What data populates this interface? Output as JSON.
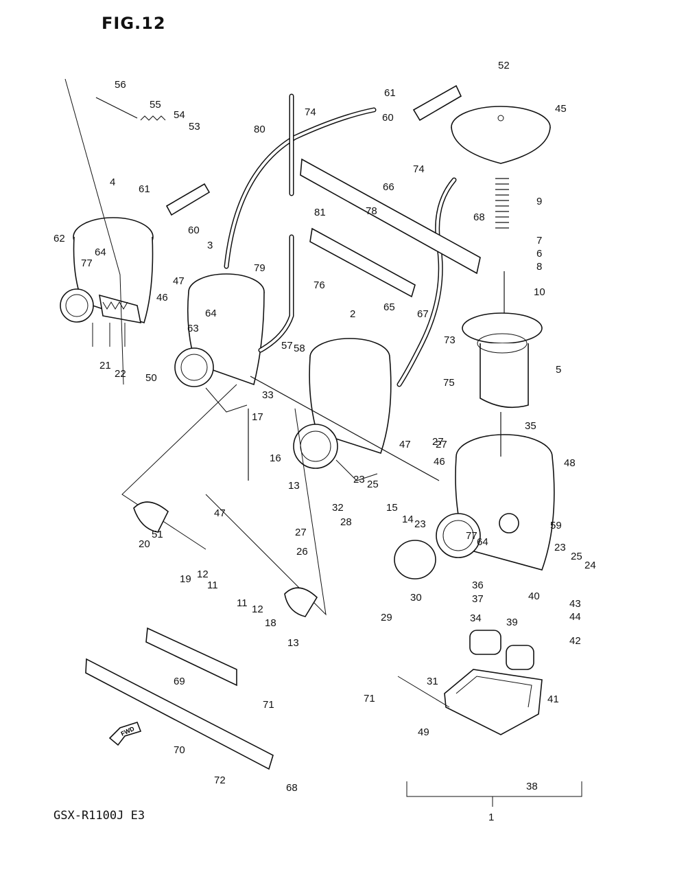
{
  "title": "FIG.12",
  "model_code": "GSX-R1100J E3",
  "fwd_label": "FWD",
  "callouts": [
    "1",
    "2",
    "3",
    "4",
    "5",
    "6",
    "7",
    "8",
    "9",
    "10",
    "11",
    "11",
    "12",
    "12",
    "13",
    "13",
    "14",
    "15",
    "16",
    "17",
    "18",
    "19",
    "20",
    "21",
    "22",
    "23",
    "23",
    "23",
    "24",
    "25",
    "25",
    "26",
    "27",
    "27",
    "27",
    "28",
    "29",
    "30",
    "31",
    "32",
    "33",
    "34",
    "35",
    "36",
    "37",
    "38",
    "39",
    "40",
    "41",
    "42",
    "43",
    "44",
    "45",
    "46",
    "46",
    "47",
    "47",
    "47",
    "48",
    "49",
    "50",
    "51",
    "52",
    "53",
    "54",
    "55",
    "56",
    "57",
    "58",
    "59",
    "60",
    "60",
    "61",
    "61",
    "62",
    "63",
    "64",
    "64",
    "64",
    "65",
    "66",
    "67",
    "68",
    "68",
    "69",
    "70",
    "71",
    "71",
    "72",
    "73",
    "74",
    "74",
    "75",
    "76",
    "77",
    "77",
    "78",
    "79",
    "80",
    "81"
  ]
}
